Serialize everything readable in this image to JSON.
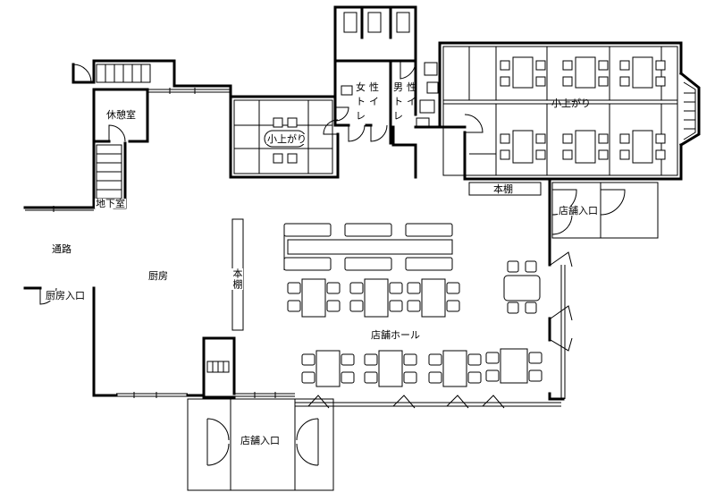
{
  "rooms": {
    "rest_room": "休憩室",
    "basement": "地下室",
    "passage": "通路",
    "kitchen": "厨房",
    "kitchen_entrance": "厨房入口",
    "bookshelf_vertical": "本棚",
    "tatami_small": "小上がり",
    "women_toilet": "女性トイレ",
    "men_toilet": "男性トイレ",
    "tatami_large": "小上がり",
    "bookshelf_horizontal": "本棚",
    "store_entrance_right": "店舗入口",
    "store_hall": "店舗ホール",
    "store_entrance_bottom": "店舗入口"
  }
}
